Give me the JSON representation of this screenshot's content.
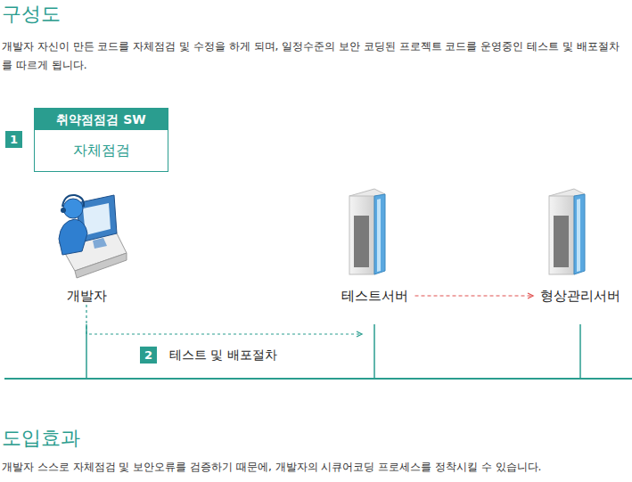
{
  "diagram": {
    "title": "구성도",
    "nodes": [
      {
        "text": [
          "취약점점검 SW",
          "자체점검"
        ]
      },
      {
        "text": [
          "개발자"
        ]
      },
      {
        "text": [
          "테스트서버"
        ]
      },
      {
        "text": [
          "형상관리서버"
        ]
      }
    ],
    "edges": [
      {
        "from": 1,
        "to": 2,
        "arrow": "to",
        "label": "테스트 및 배포절차"
      },
      {
        "from": 2,
        "to": 3,
        "arrow": "to"
      }
    ],
    "labels": [
      "개발자 자신이 만든 코드를 자체점검 및 수정을 하게 되며, 일정수준의 보안 코딩된 프로젝트 코드를 운영중인 테스트 및 배포절차를 따르게 됩니다.",
      "1",
      "2",
      "도입효과",
      "개발자 스스로 자체점검 및 보안오류를 검증하기 때문에, 개발자의 시큐어코딩 프로세스를 정착시킬 수 있습니다."
    ]
  }
}
